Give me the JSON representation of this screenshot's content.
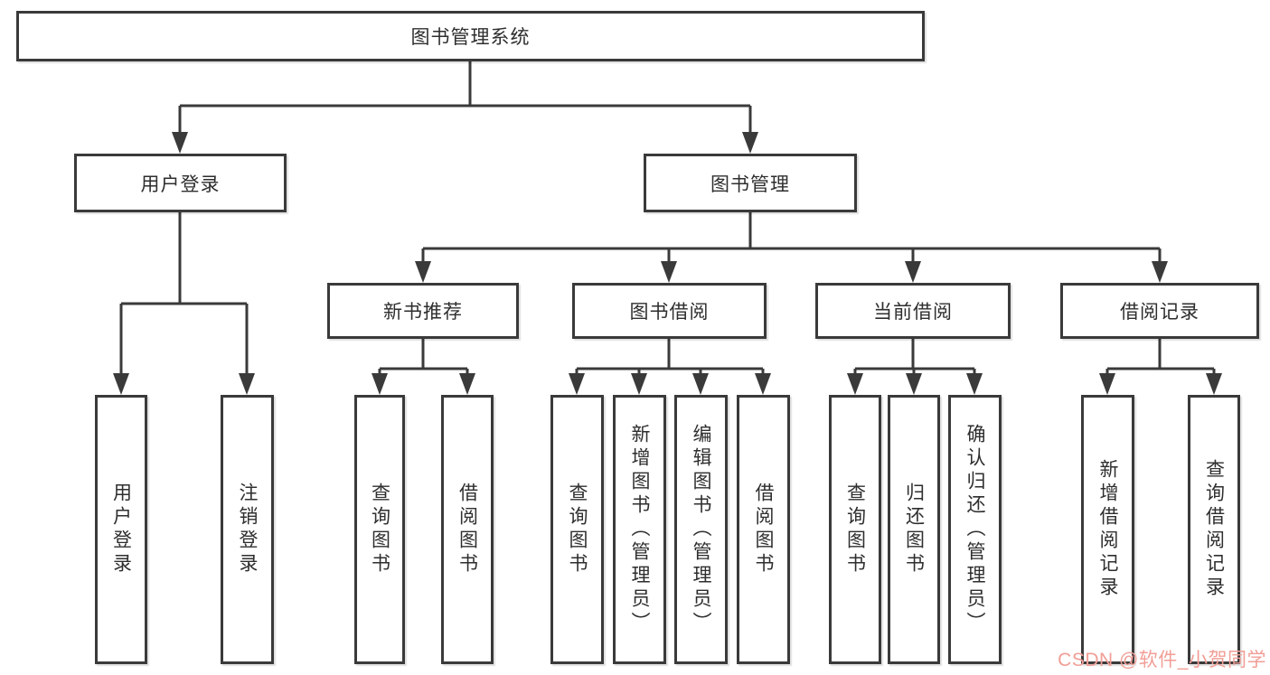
{
  "tree": {
    "root": {
      "label": "图书管理系统"
    },
    "level2": [
      {
        "label": "用户登录"
      },
      {
        "label": "图书管理"
      }
    ],
    "level3": [
      {
        "label": "新书推荐"
      },
      {
        "label": "图书借阅"
      },
      {
        "label": "当前借阅"
      },
      {
        "label": "借阅记录"
      }
    ],
    "leaves": {
      "user_login": [
        "用户登录",
        "注销登录"
      ],
      "new_book": [
        "查询图书",
        "借阅图书"
      ],
      "book_borrow": [
        "查询图书",
        "新增图书（管理员）",
        "编辑图书（管理员）",
        "借阅图书"
      ],
      "current_borrow": [
        "查询图书",
        "归还图书",
        "确认归还（管理员）"
      ],
      "borrow_records": [
        "新增借阅记录",
        "查询借阅记录"
      ]
    }
  },
  "watermark": {
    "text": "CSDN @软件_小贺同学",
    "color": "#F19E96"
  },
  "colors": {
    "line": "#3A3A3A",
    "text": "#2E2E2E",
    "box_background": "#FFFFFF"
  }
}
